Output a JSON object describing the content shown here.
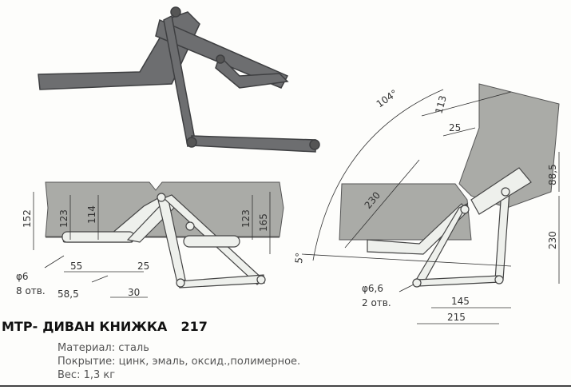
{
  "title": {
    "prefix": "МТР-",
    "name": "ДИВАН КНИЖКА",
    "number": "217"
  },
  "specs": {
    "material": "Материал: сталь",
    "coating": "Покрытие: цинк, эмаль, оксид.,полимерное.",
    "weight": "Вес: 1,3 кг"
  },
  "left_drawing": {
    "dims": {
      "d152": "152",
      "d123a": "123",
      "d114": "114",
      "d123b": "123",
      "d165": "165",
      "d55": "55",
      "d25": "25",
      "d58_5": "58,5",
      "d30": "30"
    },
    "hole_note": {
      "diameter": "φ6",
      "count": "8 отв."
    }
  },
  "right_drawing": {
    "dims": {
      "angle104": "104°",
      "d113": "113",
      "d25": "25",
      "d88_5": "88,5",
      "d230a": "230",
      "d230b": "230",
      "angle5": "5°",
      "d145": "145",
      "d215": "215"
    },
    "hole_note": {
      "diameter": "φ6,6",
      "count": "2 отв."
    }
  },
  "colors": {
    "panel": "#a9aaa6",
    "metal": "#6d6e70",
    "line": "#333333"
  }
}
